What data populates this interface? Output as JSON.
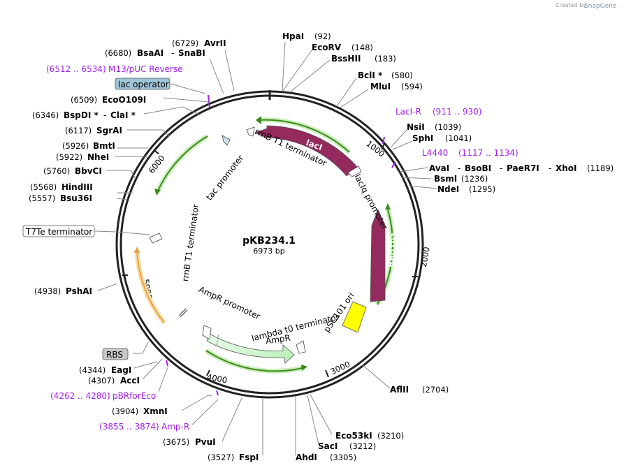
{
  "credit": {
    "prefix": "Created by",
    "brand": "SnapGene"
  },
  "plasmid": {
    "name": "pKB234.1",
    "length": "6973 bp"
  },
  "ticks": [
    "1000",
    "2000",
    "3000",
    "4000",
    "5000",
    "6000"
  ],
  "enzymes": [
    {
      "pos": "(6729)",
      "name": "AvrII"
    },
    {
      "pos": "(6680)",
      "name": "BsaAI",
      "sep": "-",
      "name2": "SnaBI"
    },
    {
      "pos": "(6509)",
      "name": "EcoO109I"
    },
    {
      "pos": "(6346)",
      "name": "BspDI *",
      "sep": "-",
      "name2": "ClaI *"
    },
    {
      "pos": "(6117)",
      "name": "SgrAI"
    },
    {
      "pos": "(5926)",
      "name": "BmtI"
    },
    {
      "pos": "(5922)",
      "name": "NheI"
    },
    {
      "pos": "(5760)",
      "name": "BbvCI"
    },
    {
      "pos": "(5568)",
      "name": "HindIII"
    },
    {
      "pos": "(5557)",
      "name": "Bsu36I"
    },
    {
      "pos": "(4938)",
      "name": "PshAI"
    },
    {
      "pos": "(4344)",
      "name": "EagI"
    },
    {
      "pos": "(4307)",
      "name": "AccI"
    },
    {
      "pos": "(3904)",
      "name": "XmnI"
    },
    {
      "pos": "(3675)",
      "name": "PvuI"
    },
    {
      "pos": "(3527)",
      "name": "FspI"
    },
    {
      "pos": "(3305)",
      "name": "AhdI"
    },
    {
      "pos": "(3212)",
      "name": "SacI"
    },
    {
      "pos": "(3210)",
      "name": "Eco53kI"
    },
    {
      "pos": "(2704)",
      "name": "AflII"
    },
    {
      "pos": "(92)",
      "name": "HpaI"
    },
    {
      "pos": "(148)",
      "name": "EcoRV"
    },
    {
      "pos": "(183)",
      "name": "BssHII"
    },
    {
      "pos": "(580)",
      "name": "BclI *"
    },
    {
      "pos": "(594)",
      "name": "MluI"
    },
    {
      "pos": "(1039)",
      "name": "NsiI"
    },
    {
      "pos": "(1041)",
      "name": "SphI"
    },
    {
      "pos": "(1189)",
      "name": "AvaI",
      "sep": "-",
      "name2": "BsoBI",
      "sep2": "-",
      "name3": "PaeR7I",
      "sep3": "-",
      "name4": "XhoI"
    },
    {
      "pos": "(1236)",
      "name": "BsmI"
    },
    {
      "pos": "(1295)",
      "name": "NdeI"
    }
  ],
  "primers": [
    {
      "range": "(6512 .. 6534)",
      "name": "M13/pUC Reverse"
    },
    {
      "name": "LacI-R",
      "range": "(911 .. 930)"
    },
    {
      "name": "L4440",
      "range": "(1117 .. 1134)"
    },
    {
      "range": "(4262 .. 4280)",
      "name": "pBRforEco"
    },
    {
      "range": "(3855 .. 3874)",
      "name": "Amp-R"
    }
  ],
  "boxed": [
    {
      "text": "lac operator",
      "color": "#9fc5d8"
    },
    {
      "text": "T7Te terminator",
      "color": "#ffffff"
    },
    {
      "text": "RBS",
      "color": "#c8c8c8"
    }
  ],
  "features": {
    "laci_on_arrow": "lacI",
    "rep101_on_arrow": "Rep101",
    "rrnb_top": "rrnB T1 terminator",
    "tac_promoter": "tac promoter",
    "laciq_promoter": "lacIq promoter",
    "rrnb_left": "rrnB T1 terminator",
    "psc101_ori": "pSC101 ori",
    "ampr_promoter": "AmpR promoter",
    "lambda_t0": "lambda t0 terminator",
    "ampr": "AmpR"
  },
  "colors": {
    "laci": "#952a5e",
    "rep101": "#952a5e",
    "ampr_fill": "#ccf6cc",
    "ori": "#ffff00",
    "green_arc": "#3a8a1c",
    "orange_arc": "#e9a43c",
    "backbone": "#222222",
    "primer": "#a020f0"
  }
}
